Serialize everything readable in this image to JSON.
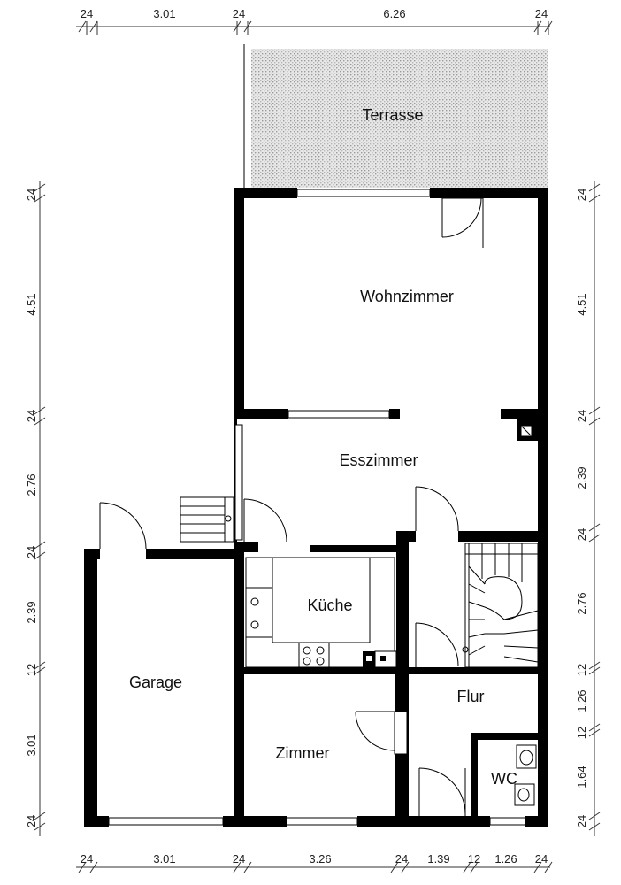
{
  "rooms": {
    "terrasse": "Terrasse",
    "wohnzimmer": "Wohnzimmer",
    "esszimmer": "Esszimmer",
    "kueche": "Küche",
    "garage": "Garage",
    "flur": "Flur",
    "zimmer": "Zimmer",
    "wc": "WC"
  },
  "dimensions": {
    "top": [
      "24",
      "3.01",
      "24",
      "6.26",
      "24"
    ],
    "bottom": [
      "24",
      "3.01",
      "24",
      "3.26",
      "24",
      "1.39",
      "12",
      "1.26",
      "24"
    ],
    "left": [
      "24",
      "4.51",
      "24",
      "2.76",
      "24",
      "2.39",
      "12",
      "3.01",
      "24"
    ],
    "right": [
      "24",
      "4.51",
      "24",
      "2.39",
      "24",
      "2.76",
      "12",
      "1.26",
      "12",
      "1.64",
      "24"
    ]
  }
}
